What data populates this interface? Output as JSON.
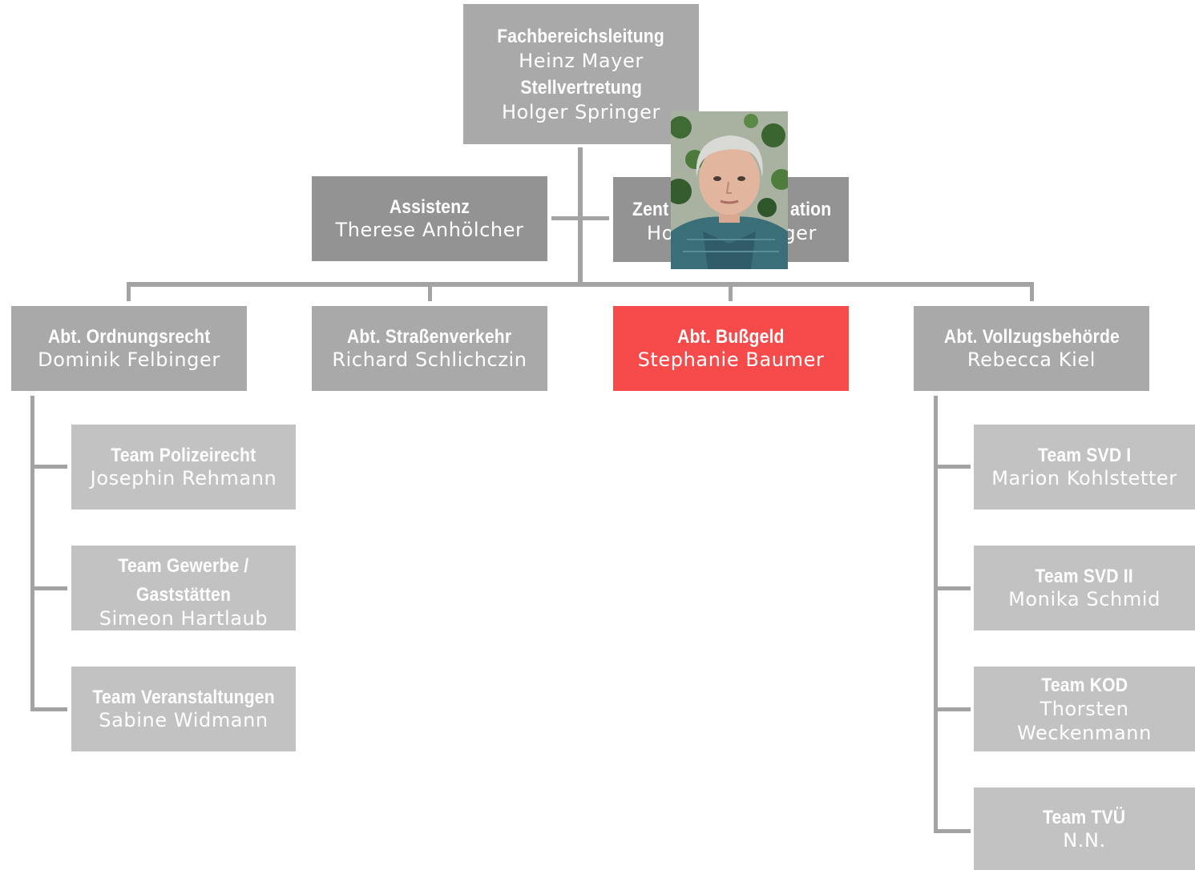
{
  "org_chart": {
    "head": {
      "title": "Fachbereichsleitung",
      "name": "Heinz Mayer",
      "deputy_title": "Stellvertretung",
      "deputy_name": "Holger Springer"
    },
    "staff": [
      {
        "title": "Assistenz",
        "name": "Therese Anhölcher"
      },
      {
        "title": "Zentrale Koordination",
        "name": "Holger Springer",
        "visible_title": "Zent",
        "visible_title_end": "ation",
        "visible_name": "Ho",
        "visible_name_end": "ger"
      }
    ],
    "departments": [
      {
        "title": "Abt. Ordnungsrecht",
        "name": "Dominik Felbinger"
      },
      {
        "title": "Abt. Straßenverkehr",
        "name": "Richard Schlichczin"
      },
      {
        "title": "Abt. Bußgeld",
        "name": "Stephanie Baumer",
        "highlighted": true
      },
      {
        "title": "Abt. Vollzugsbehörde",
        "name": "Rebecca Kiel"
      }
    ],
    "teams_ordnungsrecht": [
      {
        "title": "Team Polizeirecht",
        "name": "Josephin Rehmann"
      },
      {
        "title": "Team Gewerbe / Gaststätten",
        "name": "Simeon Hartlaub"
      },
      {
        "title": "Team Veranstaltungen",
        "name": "Sabine Widmann"
      }
    ],
    "teams_vollzug": [
      {
        "title": "Team SVD I",
        "name": "Marion Kohlstetter"
      },
      {
        "title": "Team SVD II",
        "name": "Monika Schmid"
      },
      {
        "title": "Team KOD",
        "name": "Thorsten Weckenmann"
      },
      {
        "title": "Team TVÜ",
        "name": "N.N."
      }
    ]
  },
  "colors": {
    "box_dark": "#939393",
    "box_mid": "#a9a9a9",
    "box_light": "#c2c2c2",
    "highlight": "#f74b4b",
    "connector": "#a3a3a3"
  },
  "photo": {
    "subject": "person-portrait-photo"
  }
}
